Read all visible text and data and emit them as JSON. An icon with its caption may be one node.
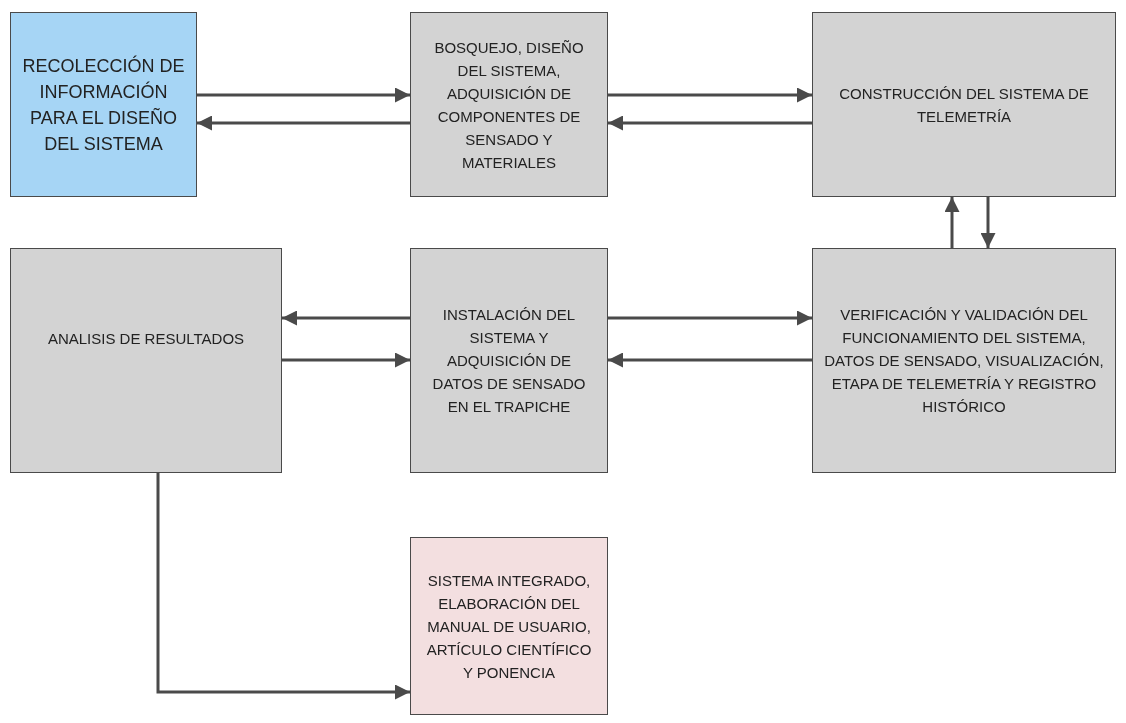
{
  "diagram": {
    "nodes": [
      {
        "text": [
          "RECOLECCIÓN DE INFORMACIÓN PARA EL DISEÑO DEL SISTEMA"
        ]
      },
      {
        "text": [
          "BOSQUEJO, DISEÑO DEL SISTEMA, ADQUISICIÓN DE COMPONENTES DE SENSADO Y MATERIALES"
        ]
      },
      {
        "text": [
          "CONSTRUCCIÓN DEL SISTEMA DE TELEMETRÍA"
        ]
      },
      {
        "text": [
          "ANALISIS DE RESULTADOS"
        ]
      },
      {
        "text": [
          "INSTALACIÓN DEL SISTEMA Y ADQUISICIÓN DE DATOS DE SENSADO EN EL TRAPICHE"
        ]
      },
      {
        "text": [
          "VERIFICACIÓN Y VALIDACIÓN DEL FUNCIONAMIENTO DEL SISTEMA, DATOS DE SENSADO, VISUALIZACIÓN, ETAPA DE TELEMETRÍA Y REGISTRO HISTÓRICO"
        ]
      },
      {
        "text": [
          "SISTEMA INTEGRADO, ELABORACIÓN DEL MANUAL DE USUARIO, ARTÍCULO CIENTÍFICO Y PONENCIA"
        ]
      }
    ],
    "edges": [
      {
        "from": 0,
        "to": 1,
        "arrow": "to"
      },
      {
        "from": 1,
        "to": 0,
        "arrow": "to"
      },
      {
        "from": 1,
        "to": 2,
        "arrow": "to"
      },
      {
        "from": 2,
        "to": 1,
        "arrow": "to"
      },
      {
        "from": 5,
        "to": 2,
        "arrow": "to"
      },
      {
        "from": 2,
        "to": 5,
        "arrow": "to"
      },
      {
        "from": 4,
        "to": 3,
        "arrow": "to"
      },
      {
        "from": 3,
        "to": 4,
        "arrow": "to"
      },
      {
        "from": 4,
        "to": 5,
        "arrow": "to"
      },
      {
        "from": 5,
        "to": 4,
        "arrow": "to"
      },
      {
        "from": 3,
        "to": 6,
        "arrow": "to"
      }
    ]
  }
}
